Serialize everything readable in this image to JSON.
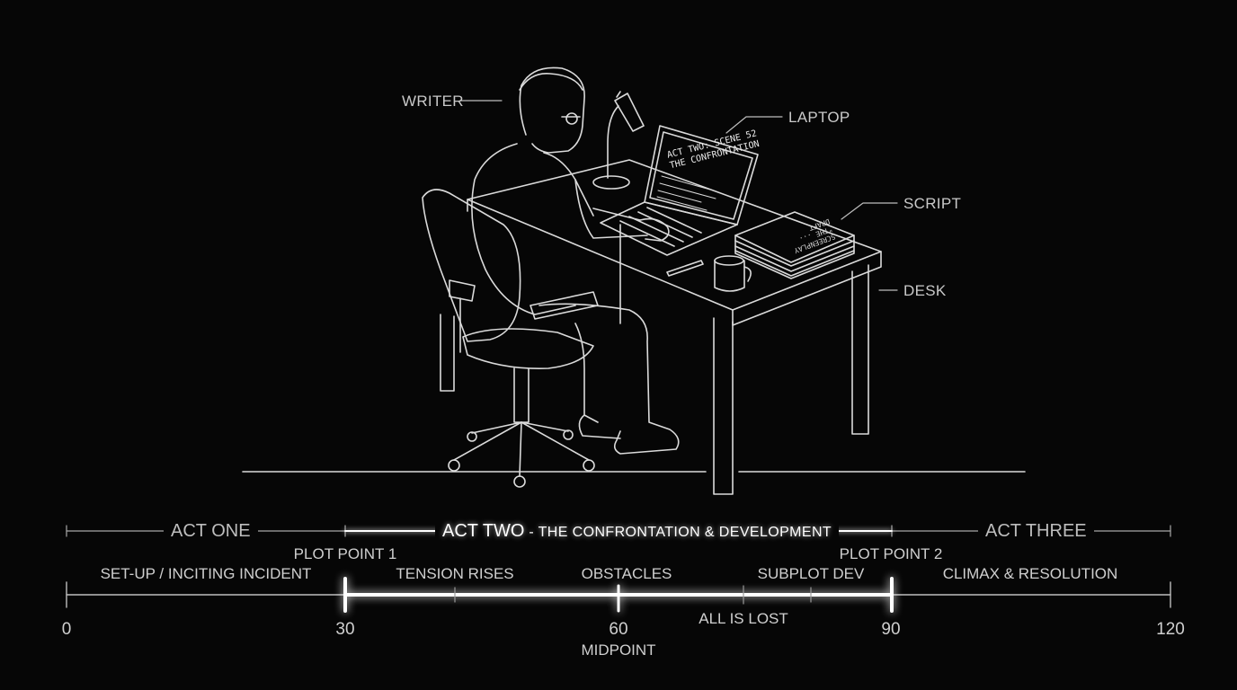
{
  "labels": {
    "writer": "WRITER",
    "laptop": "LAPTOP",
    "script": "SCRIPT",
    "desk": "DESK"
  },
  "laptop_screen": {
    "line1": "ACT TWO: SCENE 52",
    "line2": "THE CONFRONTATION"
  },
  "script_cover": {
    "line1": "SCREENPLAY",
    "line2": "\"THE ...",
    "line3": "DRAFT"
  },
  "acts": {
    "one": "ACT ONE",
    "two_title": "ACT TWO",
    "two_sub": " - THE CONFRONTATION & DEVELOPMENT",
    "three": "ACT THREE"
  },
  "beats": {
    "plot_point_1": "PLOT POINT 1",
    "plot_point_2": "PLOT POINT 2",
    "setup": "SET-UP / INCITING INCIDENT",
    "tension": "TENSION RISES",
    "obstacles": "OBSTACLES",
    "subplot": "SUBPLOT DEV",
    "climax": "CLIMAX & RESOLUTION",
    "all_is_lost": "ALL IS LOST",
    "midpoint": "MIDPOINT"
  },
  "timeline": {
    "ticks": [
      "0",
      "30",
      "60",
      "90",
      "120"
    ]
  },
  "colors": {
    "background": "#060606",
    "line": "#d8d8d8",
    "highlight": "#ffffff"
  }
}
